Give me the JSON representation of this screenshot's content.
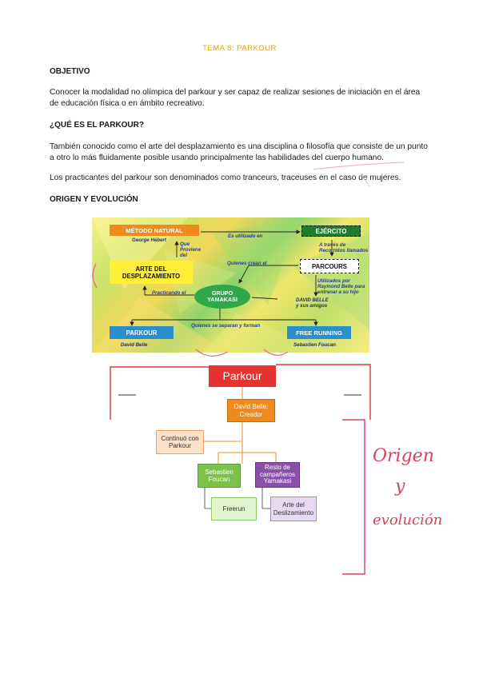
{
  "doc": {
    "title": "TEMA 8: PARKOUR",
    "sections": {
      "objetivo": {
        "heading": "OBJETIVO",
        "line1": "Conocer la modalidad no olímpica del parkour y ser capaz de realizar sesiones de iniciación en  el área",
        "line2": "de educación física o en ámbito recreativo."
      },
      "que_es": {
        "heading": "¿QUÉ ES EL PARKOUR?",
        "p1_line1": "También conocido como el arte del desplazamiento es una disciplina o filosofía que consiste de un punto",
        "p1_line2": "a otro lo más fluidamente posible usando principalmente las habilidades del cuerpo humano.",
        "p2": "Los practicantes del parkour son denominados como tranceurs, traceuses en el caso de mujeres."
      },
      "origen": {
        "heading": "ORIGEN Y EVOLUCIÓN"
      }
    }
  },
  "concept_map": {
    "metodo_natural": "MÉTODO NATURAL",
    "george": "George Hébert",
    "que_proviene": [
      "Que",
      "Proviene",
      "del"
    ],
    "es_utilizado": "Es utilizado en",
    "ejercito": "EJÉRCITO",
    "a_traves": [
      "A través de",
      "Recorridos llamados"
    ],
    "arte_line1": "ARTE DEL",
    "arte_line2": "DESPLAZAMIENTO",
    "quienes_crean": "Quienes crean el",
    "parcours": "PARCOURS",
    "utilizados": [
      "Utilizados  por",
      "Raymond Belle para",
      "entrenar a su hijo"
    ],
    "grupo_line1": "GRUPO",
    "grupo_line2": "YAMAKASI",
    "practicando": "Practicando el",
    "david_belle_amigos": [
      "DAVID BELLE",
      "y sus amigos"
    ],
    "quienes_separan": "Quienes se separan y forman",
    "parkour": "PARKOUR",
    "david_belle": "David Belle",
    "free_running": "FREE RUNNING",
    "sebastien": "Sebastien Foucan"
  },
  "hierarchy": {
    "root": "Parkour",
    "creator": [
      "David Belle:",
      "Creador"
    ],
    "continuo": [
      "Continuó con",
      "Parkour"
    ],
    "sebastien": [
      "Sebastien",
      "Foucan"
    ],
    "resto": [
      "Resto de",
      "campañeros",
      "Yamakasi"
    ],
    "freerun": "Freerun",
    "arte": [
      "Arte del",
      "Deslizamiento"
    ]
  },
  "handwriting": [
    "Origen",
    "y",
    "evolución"
  ],
  "colors": {
    "title": "#e8a200",
    "orange_box": "#f08a1c",
    "yellow_box": "#ffee3a",
    "green_box": "#2fa84a",
    "blue_box": "#2a8fcf",
    "parkour_red": "#e8322f",
    "ink_pink": "#d9425a"
  }
}
